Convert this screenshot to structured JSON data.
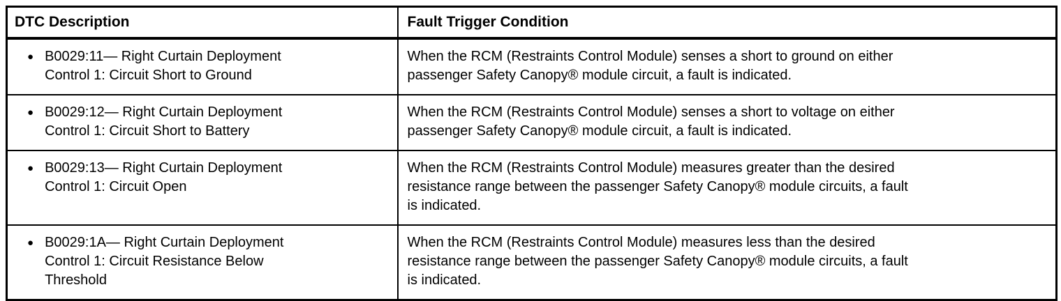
{
  "icons": {
    "bullet": "●"
  },
  "table": {
    "headers": {
      "dtc": "DTC Description",
      "condition": "Fault Trigger Condition"
    },
    "rows": [
      {
        "dtc": "B0029:11— Right Curtain Deployment\nControl 1: Circuit Short to Ground",
        "condition": "When the RCM (Restraints Control Module) senses a short to ground on either\npassenger Safety Canopy® module circuit, a fault is indicated."
      },
      {
        "dtc": "B0029:12— Right Curtain Deployment\nControl 1: Circuit Short to Battery",
        "condition": "When the RCM (Restraints Control Module) senses a short to voltage on either\npassenger Safety Canopy® module circuit, a fault is indicated."
      },
      {
        "dtc": "B0029:13— Right Curtain Deployment\nControl 1: Circuit Open",
        "condition": "When the RCM (Restraints Control Module) measures greater than the desired\nresistance range between the passenger Safety Canopy® module circuits, a fault\nis indicated."
      },
      {
        "dtc": "B0029:1A— Right Curtain Deployment\nControl 1: Circuit Resistance Below\nThreshold",
        "condition": "When the RCM (Restraints Control Module) measures less than the desired\nresistance range between the passenger Safety Canopy® module circuits, a fault\nis indicated."
      }
    ]
  }
}
